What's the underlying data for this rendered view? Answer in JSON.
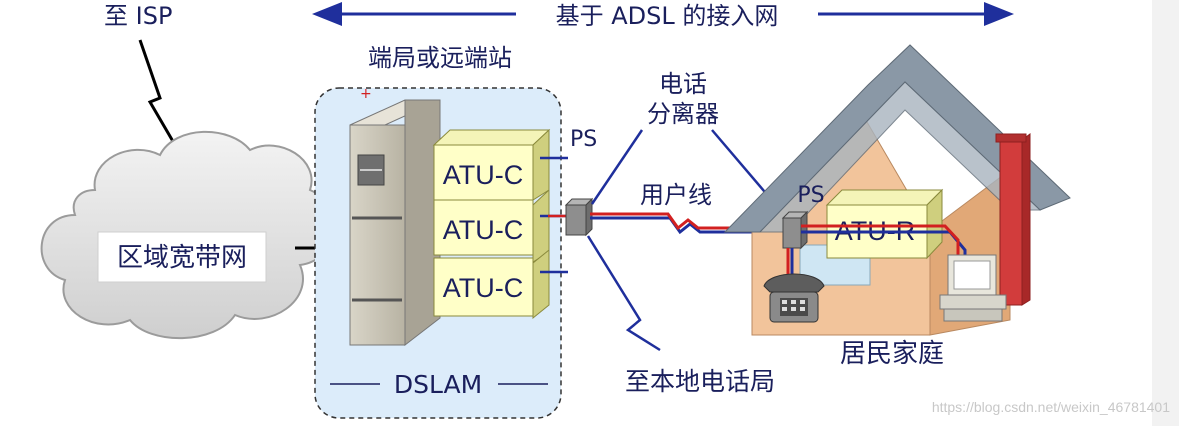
{
  "labels": {
    "to_isp": "至 ISP",
    "adsl_access_network": "基于 ADSL 的接入网",
    "central_office": "端局或远端站",
    "regional_broadband": "区域宽带网",
    "dslam": "DSLAM",
    "atu_c": [
      "ATU-C",
      "ATU-C",
      "ATU-C"
    ],
    "ps_office": "PS",
    "splitter_line1": "电话",
    "splitter_line2": "分离器",
    "subscriber_line": "用户线",
    "ps_home": "PS",
    "atu_r": "ATU-R",
    "to_local_exchange": "至本地电话局",
    "home": "居民家庭",
    "watermark": "https://blog.csdn.net/weixin_46781401"
  },
  "colors": {
    "label_text": "#1a1f5c",
    "atu_box": "#ffffc8",
    "dslam_area": "#dcecfa",
    "house_wall": "#f2c49b",
    "roof": "#8a98a6",
    "subscriber_line": "#d22020",
    "data_line": "#1f2f9c"
  },
  "icons": [
    "cloud-icon",
    "lightning-icon",
    "server-rack-icon",
    "telephone-icon",
    "computer-icon",
    "house-icon",
    "chimney-icon"
  ]
}
